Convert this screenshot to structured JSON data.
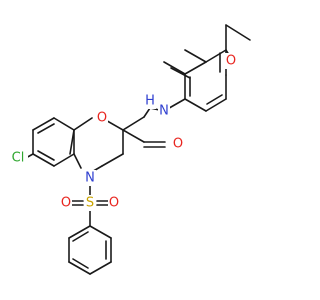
{
  "atoms": {
    "O_ether": {
      "text": "O",
      "color": "#e8251f"
    },
    "NH": {
      "text": "N",
      "color": "#2f3fd0"
    },
    "H": {
      "text": "H",
      "color": "#2f3fd0"
    },
    "O_ring": {
      "text": "O",
      "color": "#e8251f"
    },
    "O_carbonyl": {
      "text": "O",
      "color": "#e8251f"
    },
    "Cl": {
      "text": "Cl",
      "color": "#2ea62e"
    },
    "N_ring": {
      "text": "N",
      "color": "#2f3fd0"
    },
    "S": {
      "text": "S",
      "color": "#c9a400"
    },
    "O_s_left": {
      "text": "O",
      "color": "#e8251f"
    },
    "O_s_right": {
      "text": "O",
      "color": "#e8251f"
    }
  }
}
